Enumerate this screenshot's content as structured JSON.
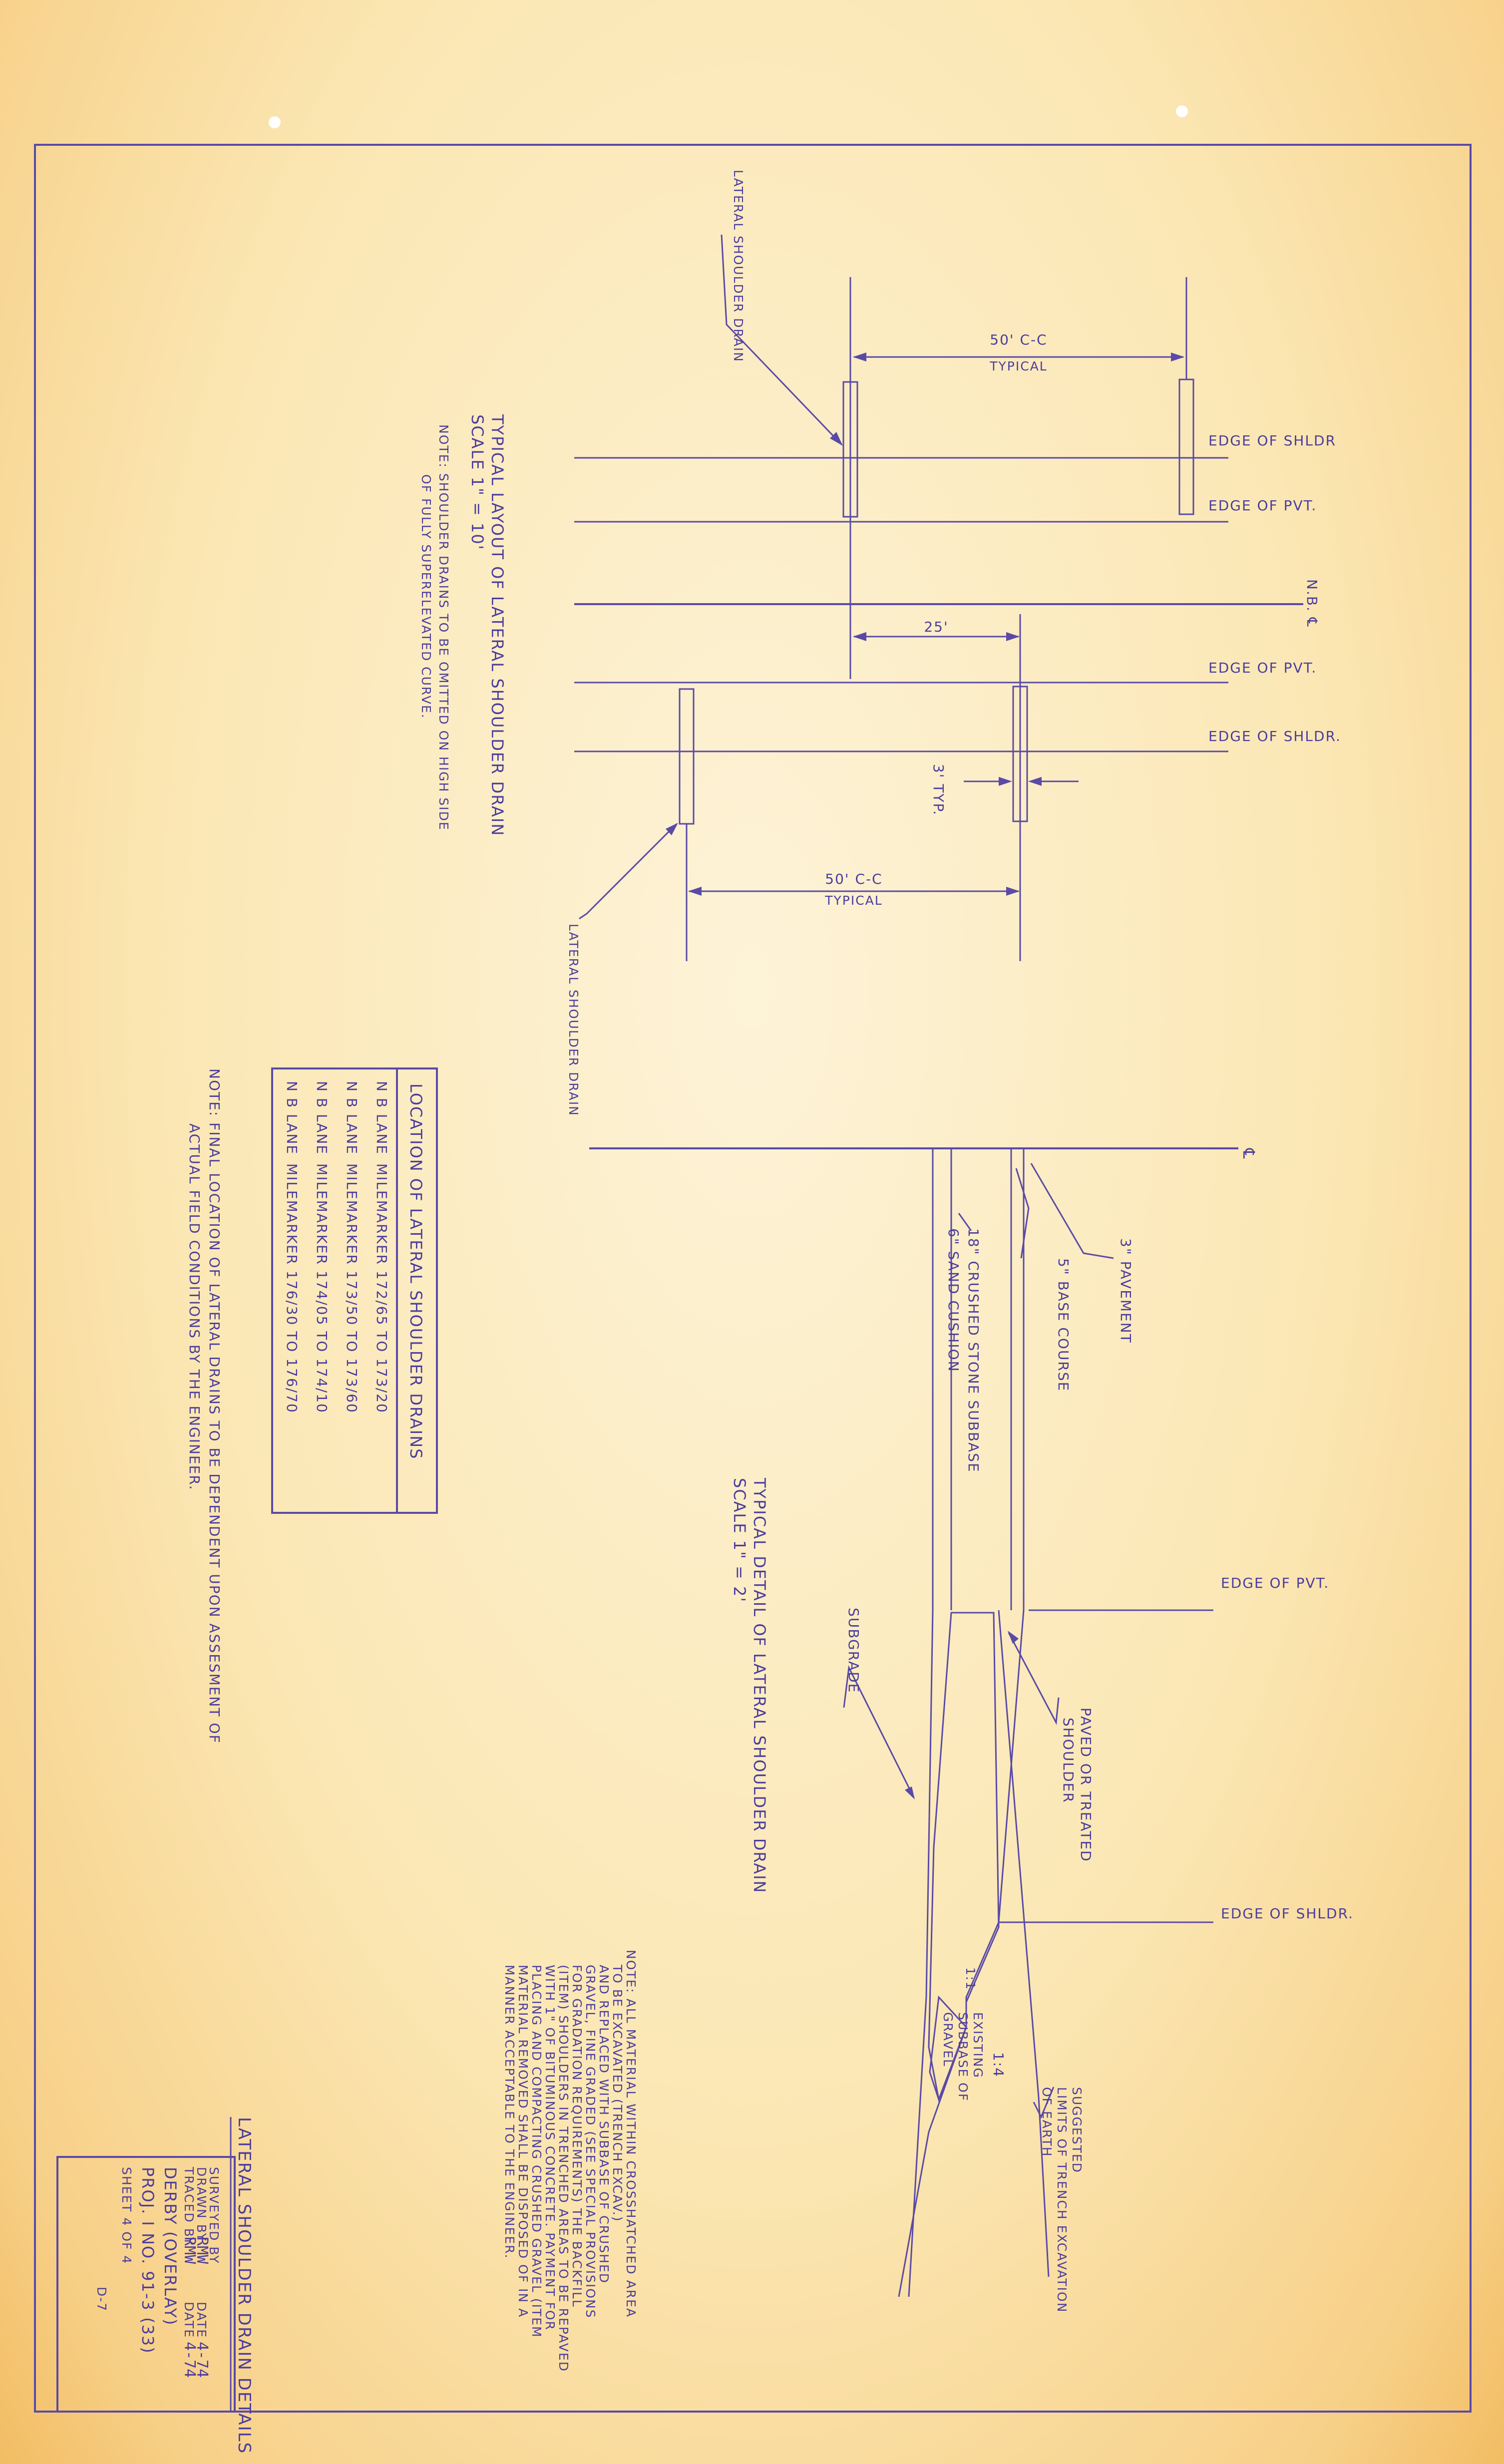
{
  "layout_plan": {
    "scale_title": "TYPICAL LAYOUT OF LATERAL SHOULDER DRAIN",
    "scale": "SCALE 1\" = 10'",
    "note_line1": "NOTE: SHOULDER DRAINS TO BE OMITTED ON HIGH SIDE",
    "note_line2": "OF FULLY SUPERELEVATED CURVE.",
    "drain_label_top": "LATERAL SHOULDER DRAIN",
    "drain_label_bottom": "LATERAL SHOULDER DRAIN",
    "spacing_top": "50' C-C",
    "spacing_top_sub": "TYPICAL",
    "spacing_bottom": "50' C-C",
    "spacing_bottom_sub": "TYPICAL",
    "offset_dim": "25'",
    "width_dim": "3' TYP.",
    "edge_shldr_1": "EDGE OF SHLDR",
    "edge_pvt_1": "EDGE OF PVT.",
    "centerline": "N.B. ℄",
    "edge_pvt_2": "EDGE OF PVT.",
    "edge_shldr_2": "EDGE OF SHLDR."
  },
  "location_table": {
    "header": "LOCATION OF LATERAL SHOULDER DRAINS",
    "rows": [
      {
        "lane": "N B LANE",
        "range": "MILEMARKER 172/65 TO 173/20"
      },
      {
        "lane": "N B LANE",
        "range": "MILEMARKER 173/50 TO 173/60"
      },
      {
        "lane": "N B LANE",
        "range": "MILEMARKER 174/05 TO 174/10"
      },
      {
        "lane": "N B LANE",
        "range": "MILEMARKER 176/30 TO 176/70"
      }
    ]
  },
  "final_note": {
    "line1": "NOTE: FINAL LOCATION OF LATERAL DRAINS TO BE DEPENDENT UPON ASSESMENT OF",
    "line2": "ACTUAL FIELD CONDITIONS BY THE ENGINEER."
  },
  "detail_section": {
    "title": "TYPICAL DETAIL OF LATERAL SHOULDER DRAIN",
    "scale": "SCALE 1\" = 2'",
    "centerline": "℄",
    "pavement": "3\" PAVEMENT",
    "base_course": "5\" BASE COURSE",
    "subbase": "18\" CRUSHED STONE SUBBASE",
    "sand_cushion": "6\" SAND CUSHION",
    "edge_pvt": "EDGE OF PVT.",
    "paved_shoulder_1": "PAVED OR TREATED",
    "paved_shoulder_2": "SHOULDER",
    "subgrade": "SUBGRADE",
    "edge_shldr": "EDGE OF SHLDR.",
    "slope_1": "1:4",
    "slope_2": "1:1",
    "existing_1": "EXISTING",
    "existing_2": "SUBBASE OF",
    "existing_3": "GRAVEL",
    "suggested_1": "SUGGESTED",
    "suggested_2": "LIMITS OF TRENCH EXCAVATION",
    "suggested_3": "OF EARTH",
    "note_lines": [
      "NOTE: ALL MATERIAL WITHIN CROSSHATCHED AREA",
      "TO BE EXCAVATED (TRENCH EXCAV.)",
      "AND REPLACED WITH SUBBASE OF CRUSHED",
      "GRAVEL, FINE GRADED (SEE SPECIAL PROVISIONS",
      "FOR GRADATION REQUIREMENTS) THE BACKFILL",
      "(ITEM) SHOULDERS IN TRENCHED AREAS TO BE REPAVED",
      "WITH 1\" OF BITUMINOUS CONCRETE. PAYMENT FOR",
      "PLACING AND COMPACTING CRUSHED GRAVEL (ITEM",
      "MATERIAL REMOVED SHALL BE DISPOSED OF IN A",
      "MANNER ACCEPTABLE TO THE ENGINEER."
    ]
  },
  "title_block": {
    "sheet_title": "LATERAL SHOULDER DRAIN DETAILS",
    "surveyed_by": "SURVEYED BY",
    "drawn_by": "DRAWN BY",
    "drawn_name": "RMW",
    "traced_by": "TRACED BY",
    "traced_name": "RMW",
    "date_label": "DATE",
    "drawn_date": "4-74",
    "traced_date": "4-74",
    "town": "DERBY (OVERLAY)",
    "proj": "PROJ. I  NO. 91-3 (33)",
    "sheet": "SHEET 4 OF 4",
    "drawing_no": "D-7"
  },
  "colors": {
    "ink": "#5a4aa6",
    "paper": "#fbe7b4",
    "paper_edge": "#f2bd63"
  }
}
